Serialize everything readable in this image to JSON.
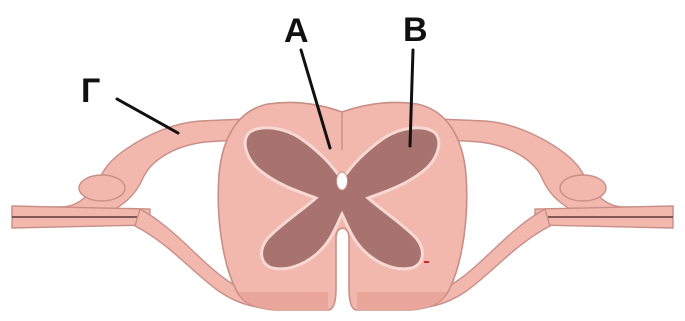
{
  "labels": {
    "a": "А",
    "b": "В",
    "g": "Г"
  },
  "colors": {
    "white_matter": "#f2b7ad",
    "white_matter_dark": "#eba69c",
    "outline": "#c98f86",
    "gray_matter": "#a8736f",
    "gray_matter_edge": "#f6d9d3",
    "canal": "#ffffff",
    "leader_line": "#111111"
  }
}
